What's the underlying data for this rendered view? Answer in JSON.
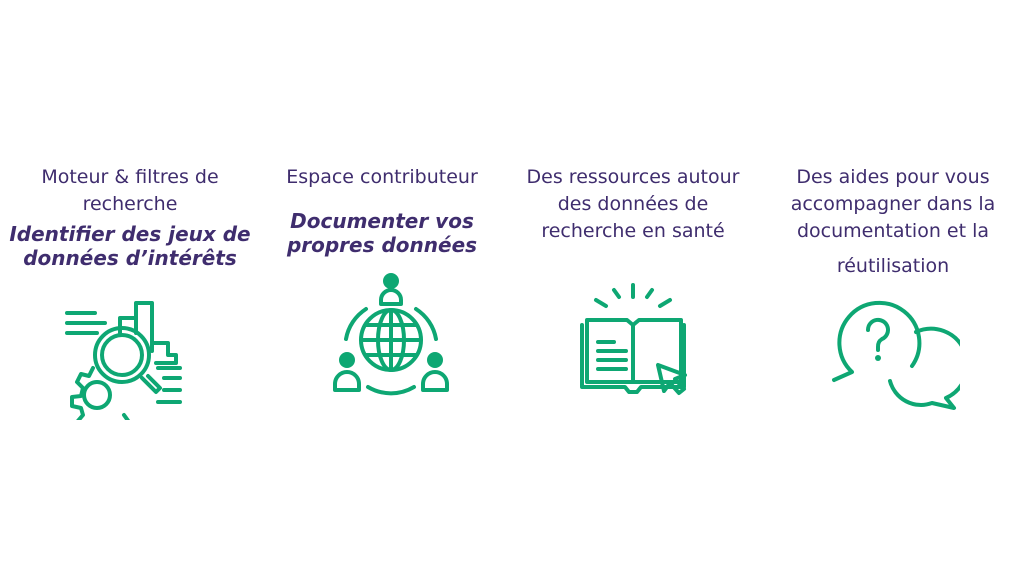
{
  "colors": {
    "text": "#3f2d6e",
    "accent": "#0ea773"
  },
  "columns": [
    {
      "title_lines": [
        "Moteur & filtres de",
        "recherche"
      ],
      "subtitle_lines": [
        "Identifier des jeux de",
        "données d’intérêts"
      ],
      "icon": "search-gear-chart-icon"
    },
    {
      "title_lines": [
        "Espace contributeur"
      ],
      "subtitle_lines": [
        "Documenter vos",
        "propres données"
      ],
      "icon": "globe-people-network-icon"
    },
    {
      "title_lines": [
        "Des ressources autour",
        "des données de",
        "recherche en santé"
      ],
      "icon": "open-book-cursor-icon"
    },
    {
      "title_lines": [
        "Des aides pour vous",
        "accompagner dans la",
        "documentation et la",
        "réutilisation"
      ],
      "icon": "question-speech-bubbles-icon"
    }
  ]
}
